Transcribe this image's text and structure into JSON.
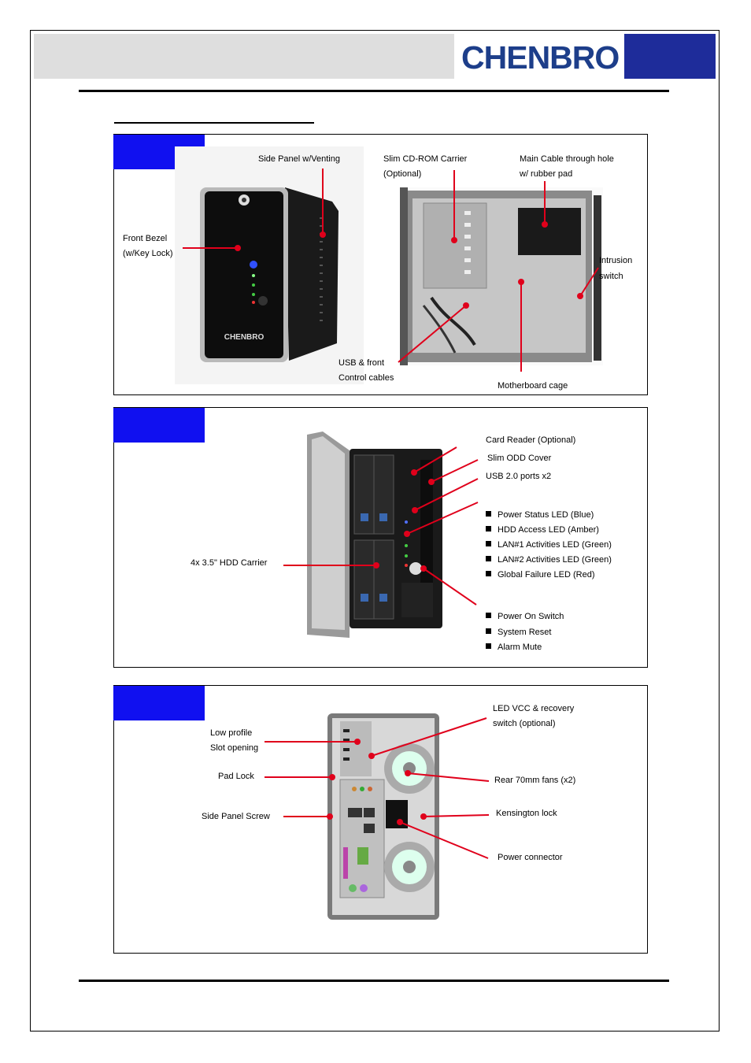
{
  "header": {
    "logo_text": "CHENBRO"
  },
  "panel1": {
    "labels": {
      "side_panel": "Side Panel w/Venting",
      "slim_cdrom_1": "Slim CD-ROM Carrier",
      "slim_cdrom_2": "(Optional)",
      "main_cable_1": "Main Cable through hole",
      "main_cable_2": "w/ rubber pad",
      "front_bezel_1": "Front Bezel",
      "front_bezel_2": "(w/Key Lock)",
      "intrusion_1": "Intrusion",
      "intrusion_2": "switch",
      "usb_front_1": "USB & front",
      "usb_front_2": "Control cables",
      "mb_cage": "Motherboard cage"
    },
    "chassis_logo": "CHENBRO"
  },
  "panel2": {
    "labels": {
      "card_reader": "Card Reader (Optional)",
      "slim_odd": "Slim ODD Cover",
      "usb_ports": "USB 2.0 ports x2",
      "hdd_carrier": "4x 3.5\" HDD Carrier"
    },
    "leds": [
      "Power Status LED (Blue)",
      "HDD Access LED (Amber)",
      "LAN#1 Activities LED (Green)",
      "LAN#2 Activities LED (Green)",
      "Global Failure LED (Red)"
    ],
    "switches": [
      "Power On Switch",
      "System Reset",
      "Alarm Mute"
    ]
  },
  "panel3": {
    "labels": {
      "low_profile_1": "Low profile",
      "low_profile_2": "Slot opening",
      "led_vcc_1": "LED VCC & recovery",
      "led_vcc_2": "switch (optional)",
      "pad_lock": "Pad Lock",
      "rear_fans": "Rear 70mm fans (x2)",
      "side_panel_screw": "Side Panel Screw",
      "kensington": "Kensington lock",
      "power_connector": "Power connector"
    }
  },
  "colors": {
    "accent_blue": "#1010f0",
    "header_blue": "#1e2c9a",
    "callout_red": "#e0001b",
    "logo_blue": "#1d3e8a"
  }
}
